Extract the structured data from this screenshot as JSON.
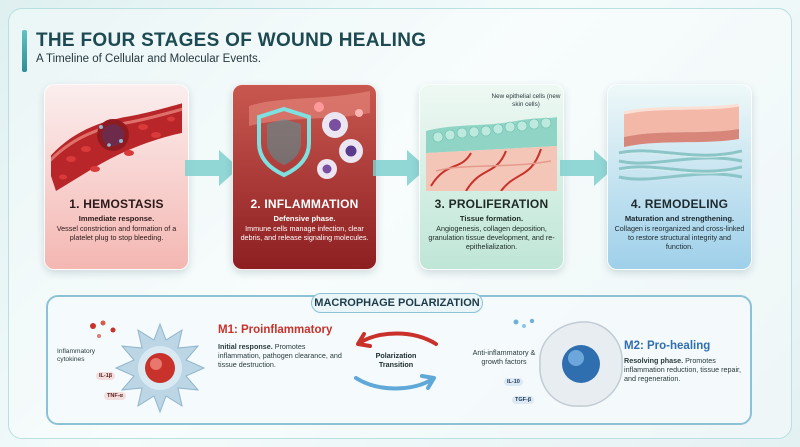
{
  "title": "THE FOUR STAGES OF WOUND HEALING",
  "subtitle": "A Timeline of Cellular and Molecular Events.",
  "stages": [
    {
      "title": "1. HEMOSTASIS",
      "sub": "Immediate response.",
      "desc": "Vessel constriction and formation of a platelet plug to stop bleeding."
    },
    {
      "title": "2. INFLAMMATION",
      "sub": "Defensive phase.",
      "desc": "Immune cells manage infection, clear debris, and release signaling molecules."
    },
    {
      "title": "3. PROLIFERATION",
      "sub": "Tissue formation.",
      "desc": "Angiogenesis, collagen deposition, granulation tissue development, and re-epithelialization.",
      "callout": "New epithelial cells (new skin cells)"
    },
    {
      "title": "4. REMODELING",
      "sub": "Maturation and strengthening.",
      "desc": "Collagen is reorganized and cross-linked to restore structural integrity and function."
    }
  ],
  "macrophage": {
    "label": "MACROPHAGE POLARIZATION",
    "m1_title": "M1: Proinflammatory",
    "m1_sub": "Initial response.",
    "m1_desc": "Promotes inflammation, pathogen clearance, and tissue destruction.",
    "m1_factor_label": "Inflammatory cytokines",
    "m1_tags": [
      "IL-1β",
      "TNF-α"
    ],
    "transition": "Polarization Transition",
    "m2_title": "M2: Pro-healing",
    "m2_sub": "Resolving phase.",
    "m2_desc": "Promotes inflammation reduction, tissue repair, and regeneration.",
    "m2_factor_label": "Anti-inflammatory & growth factors",
    "m2_tags": [
      "IL-10",
      "TGF-β"
    ]
  },
  "colors": {
    "accent": "#2e8f95",
    "m1": "#c8322b",
    "m2": "#2f6fb0"
  }
}
